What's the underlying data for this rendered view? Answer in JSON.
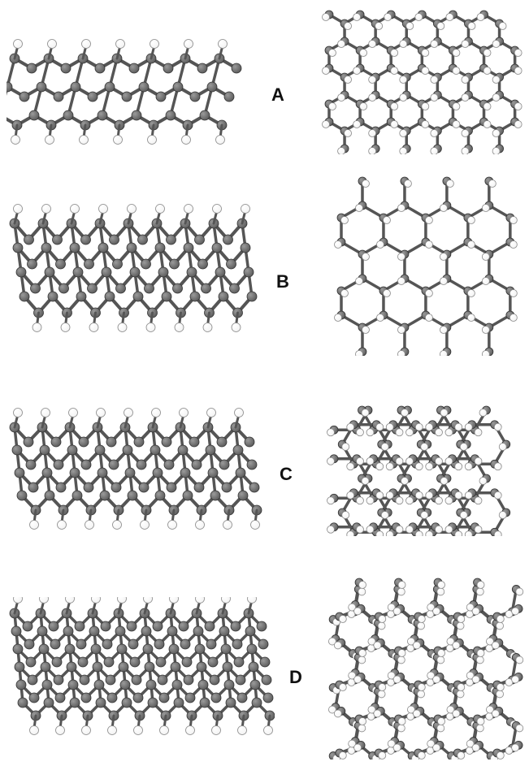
{
  "figure": {
    "rows": [
      {
        "label": "A"
      },
      {
        "label": "B"
      },
      {
        "label": "C"
      },
      {
        "label": "D"
      }
    ],
    "colors": {
      "carbon": "#5a5a5a",
      "carbon_highlight": "#9a9a9a",
      "hydrogen": "#f2f2f2",
      "hydrogen_edge": "#8a8a8a",
      "bond": "#555555",
      "label": "#111111"
    }
  }
}
